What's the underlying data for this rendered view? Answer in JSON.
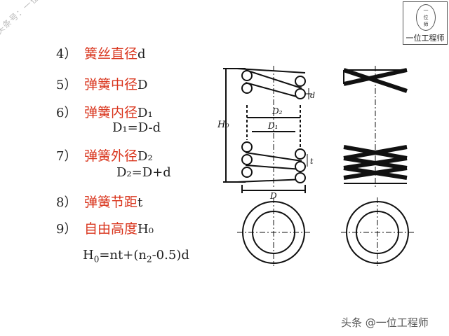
{
  "watermark": {
    "diagonal": "头条号：一位工程师",
    "footer": "头条 @一位工程师"
  },
  "logo": {
    "small_top": "一",
    "small_mid": "位",
    "small_bot": "师",
    "title": "一位工程师"
  },
  "items": [
    {
      "num": "4）",
      "term": "簧丝直径",
      "symbol": "d"
    },
    {
      "num": "5）",
      "term": "弹簧中径",
      "symbol": "D"
    },
    {
      "num": "6）",
      "term": "弹簧内径",
      "symbol": "D₁",
      "formula": "D₁=D-d"
    },
    {
      "num": "7）",
      "term": "弹簧外径",
      "symbol": "D₂",
      "formula": "D₂=D+d"
    },
    {
      "num": "8）",
      "term": "弹簧节距",
      "symbol": "t"
    },
    {
      "num": "9）",
      "term": "自由高度",
      "symbol": "H₀"
    }
  ],
  "final_formula": {
    "lhs": "H",
    "lhs_sub": "0",
    "mid": "=nt+(n",
    "mid_sub": "2",
    "rhs": "-0.5)d"
  },
  "drawing_labels": {
    "H0": "H₀",
    "D": "D",
    "D1": "D₁",
    "D2": "D₂",
    "d": "d",
    "t": "t"
  }
}
